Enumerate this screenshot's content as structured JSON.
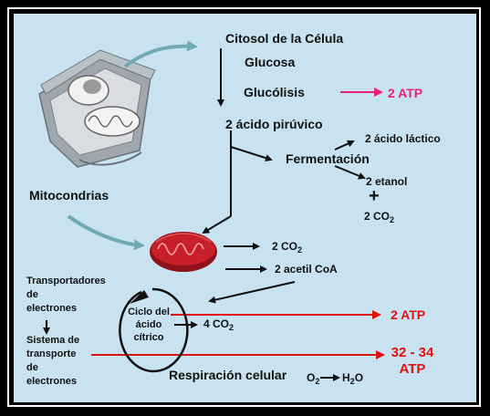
{
  "title": "Citosol de la Célula",
  "labels": {
    "glucosa": "Glucosa",
    "glucolisis": "Glucólisis",
    "atp_glucolisis": "2 ATP",
    "acido_piruvico": "2 ácido pirúvico",
    "fermentacion": "Fermentación",
    "acido_lactico": "2 ácido láctico",
    "etanol": "2 etanol",
    "plus": "+",
    "co2_ferm": "2 CO",
    "mitocondrias": "Mitocondrias",
    "co2_mito": "2 CO",
    "acetil_coa": "2 acetil CoA",
    "transportadores": [
      "Transportadores",
      "de",
      "electrones"
    ],
    "sistema": [
      "Sistema de",
      "transporte",
      "de",
      "electrones"
    ],
    "ciclo": [
      "Ciclo del",
      "ácido",
      "cítrico"
    ],
    "co2_ciclo": "4 CO",
    "atp_ciclo": "2 ATP",
    "atp_final": [
      "32 - 34",
      "ATP"
    ],
    "respiracion": "Respiración celular",
    "o2": "O",
    "h2o_h": "H",
    "h2o_o": "O",
    "sub2": "2"
  },
  "colors": {
    "background": "#c8e3ef",
    "frame": "#000000",
    "arrow_red": "#e01010",
    "arrow_pink": "#ea1f76",
    "mitochondrion": "#c8202a",
    "text": "#111111"
  }
}
